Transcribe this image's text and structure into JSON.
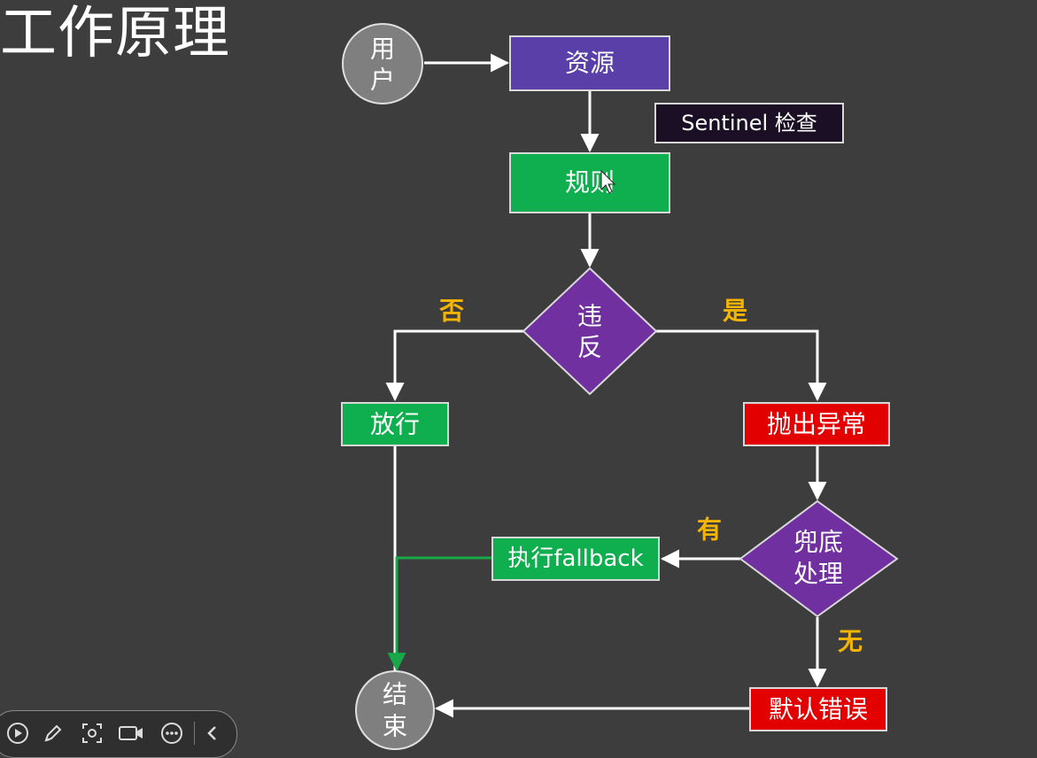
{
  "title": "工作原理",
  "nodes": {
    "user": [
      "用",
      "户"
    ],
    "resource": "资源",
    "sentinel": "Sentinel 检查",
    "rule": "规则",
    "violate": [
      "违",
      "反"
    ],
    "pass": "放行",
    "throw": "抛出异常",
    "fallback_check": [
      "兜底",
      "处理"
    ],
    "exec_fallback": "执行fallback",
    "default_error": "默认错误",
    "end": [
      "结",
      "束"
    ]
  },
  "edge_labels": {
    "no": "否",
    "yes": "是",
    "has": "有",
    "none": "无"
  },
  "colors": {
    "purple": "#5b3fa8",
    "purple_diamond": "#7030a0",
    "green": "#0fae4f",
    "red": "#e30000",
    "dark_box": "#1a0f24",
    "gray_circle": "#7f7f7f",
    "label_yellow": "#f4b400",
    "green_line": "#18a84a"
  },
  "toolbar": {
    "icons": [
      "play-icon",
      "pen-icon",
      "screenshot-icon",
      "camera-icon",
      "more-icon",
      "collapse-icon"
    ]
  }
}
